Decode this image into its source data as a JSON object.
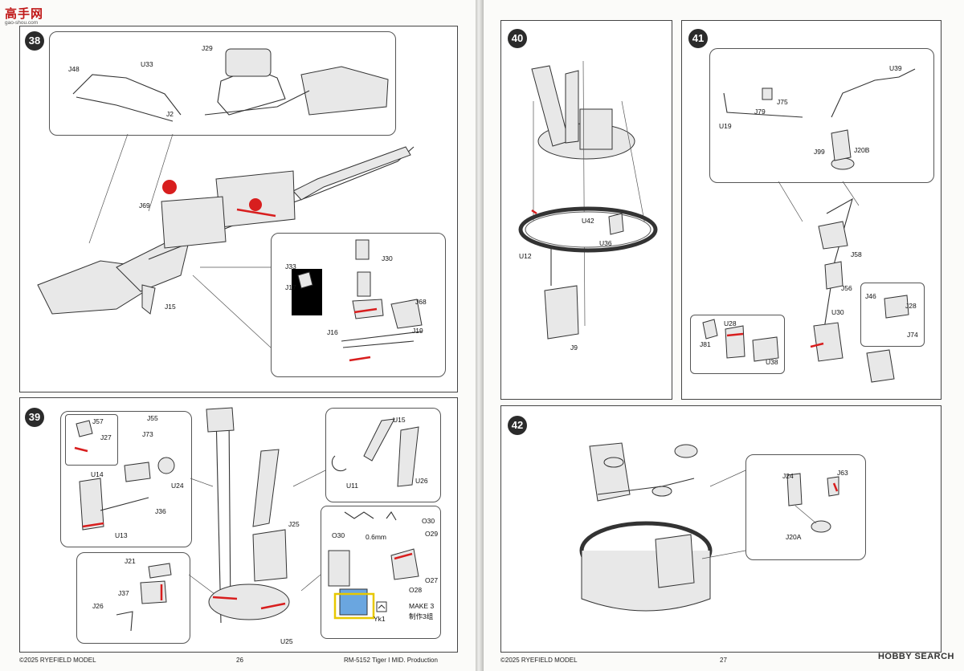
{
  "logo": {
    "text": "高手网",
    "sub": "gao-shou.com"
  },
  "watermark": "HOBBY SEARCH",
  "left_page": {
    "footer_left": "©2025 RYEFIELD MODEL",
    "page_number": "26",
    "footer_right": "RM-5152 Tiger I MID. Production"
  },
  "right_page": {
    "footer_left": "©2025 RYEFIELD MODEL",
    "page_number": "27"
  },
  "steps": {
    "s38": {
      "number": "38",
      "labels": [
        "J29",
        "J48",
        "U33",
        "J2",
        "J69",
        "J15",
        "J33",
        "J30",
        "J17",
        "J68",
        "J16",
        "J19"
      ]
    },
    "s39": {
      "number": "39",
      "labels": [
        "J57",
        "J27",
        "J55",
        "J73",
        "U24",
        "U14",
        "J36",
        "U13",
        "U15",
        "U11",
        "U26",
        "J21",
        "J37",
        "J26",
        "J25",
        "U25",
        "O30",
        "0.6mm",
        "O30",
        "O29",
        "O27",
        "O28",
        "Yk1"
      ],
      "make_text": "MAKE 3",
      "make_text_cn": "制作3组"
    },
    "s40": {
      "number": "40",
      "labels": [
        "U42",
        "U36",
        "U12",
        "J9"
      ]
    },
    "s41": {
      "number": "41",
      "labels": [
        "U39",
        "J75",
        "J79",
        "U19",
        "J99",
        "J20B",
        "J58",
        "J56",
        "U30",
        "J46",
        "J28",
        "J74",
        "U28",
        "J81",
        "U38"
      ]
    },
    "s42": {
      "number": "42",
      "labels": [
        "J24",
        "J63",
        "J20A"
      ]
    }
  }
}
